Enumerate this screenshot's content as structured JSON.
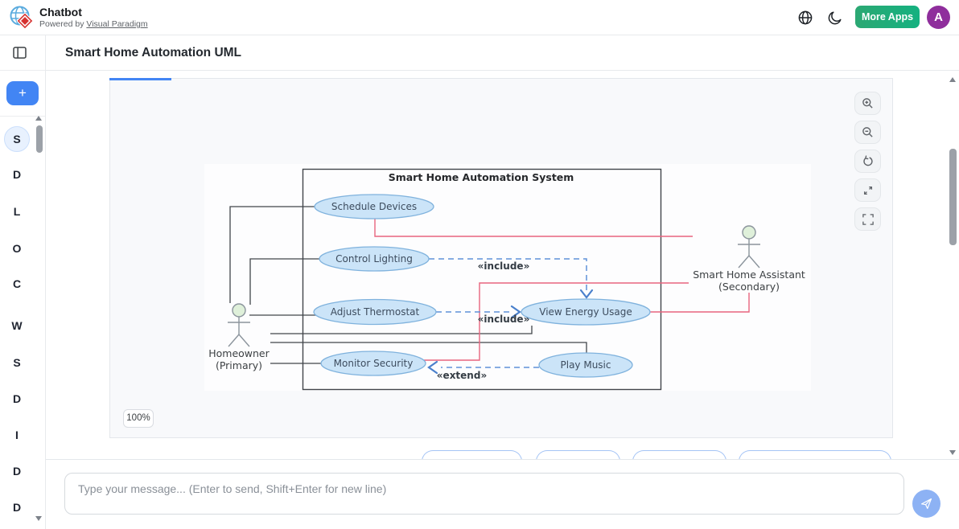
{
  "header": {
    "app_title": "Chatbot",
    "powered_by": "Powered by",
    "powered_link": "Visual Paradigm",
    "more_apps": "More Apps",
    "avatar": "A"
  },
  "toolbar_title": "Smart Home Automation UML",
  "sidebar": {
    "items": [
      {
        "label": "S",
        "active": true
      },
      {
        "label": "D",
        "active": false
      },
      {
        "label": "L",
        "active": false
      },
      {
        "label": "O",
        "active": false
      },
      {
        "label": "C",
        "active": false
      },
      {
        "label": "W",
        "active": false
      },
      {
        "label": "S",
        "active": false
      },
      {
        "label": "D",
        "active": false
      },
      {
        "label": "I",
        "active": false
      },
      {
        "label": "D",
        "active": false
      },
      {
        "label": "D",
        "active": false
      }
    ]
  },
  "viewer": {
    "zoom_badge": "100%"
  },
  "diagram": {
    "system_title": "Smart Home Automation System",
    "use_cases": {
      "schedule": "Schedule Devices",
      "lighting": "Control Lighting",
      "thermostat": "Adjust Thermostat",
      "security": "Monitor Security",
      "energy": "View Energy Usage",
      "music": "Play Music"
    },
    "actors": {
      "homeowner_name": "Homeowner",
      "homeowner_role": "(Primary)",
      "assistant_name": "Smart Home Assistant",
      "assistant_role": "(Secondary)"
    },
    "labels": {
      "include_a": "«include»",
      "include_b": "«include»",
      "extend": "«extend»"
    }
  },
  "chat_input": {
    "placeholder": "Type your message... (Enter to send, Shift+Enter for new line)"
  },
  "icons": [
    "globe-icon",
    "dark-mode-icon",
    "panel-toggle-icon",
    "plus-icon",
    "zoom-in-icon",
    "zoom-out-icon",
    "reset-view-icon",
    "expand-icon",
    "fullscreen-icon",
    "send-icon"
  ],
  "colors": {
    "accent_blue": "#4285f4",
    "use_case_fill": "#cbe4f8",
    "use_case_stroke": "#7fb2dd",
    "association_pink": "#e8647e",
    "dependency_blue": "#5e92d8",
    "more_apps_green": "#1fae79",
    "avatar_purple": "#8f2e9c"
  }
}
